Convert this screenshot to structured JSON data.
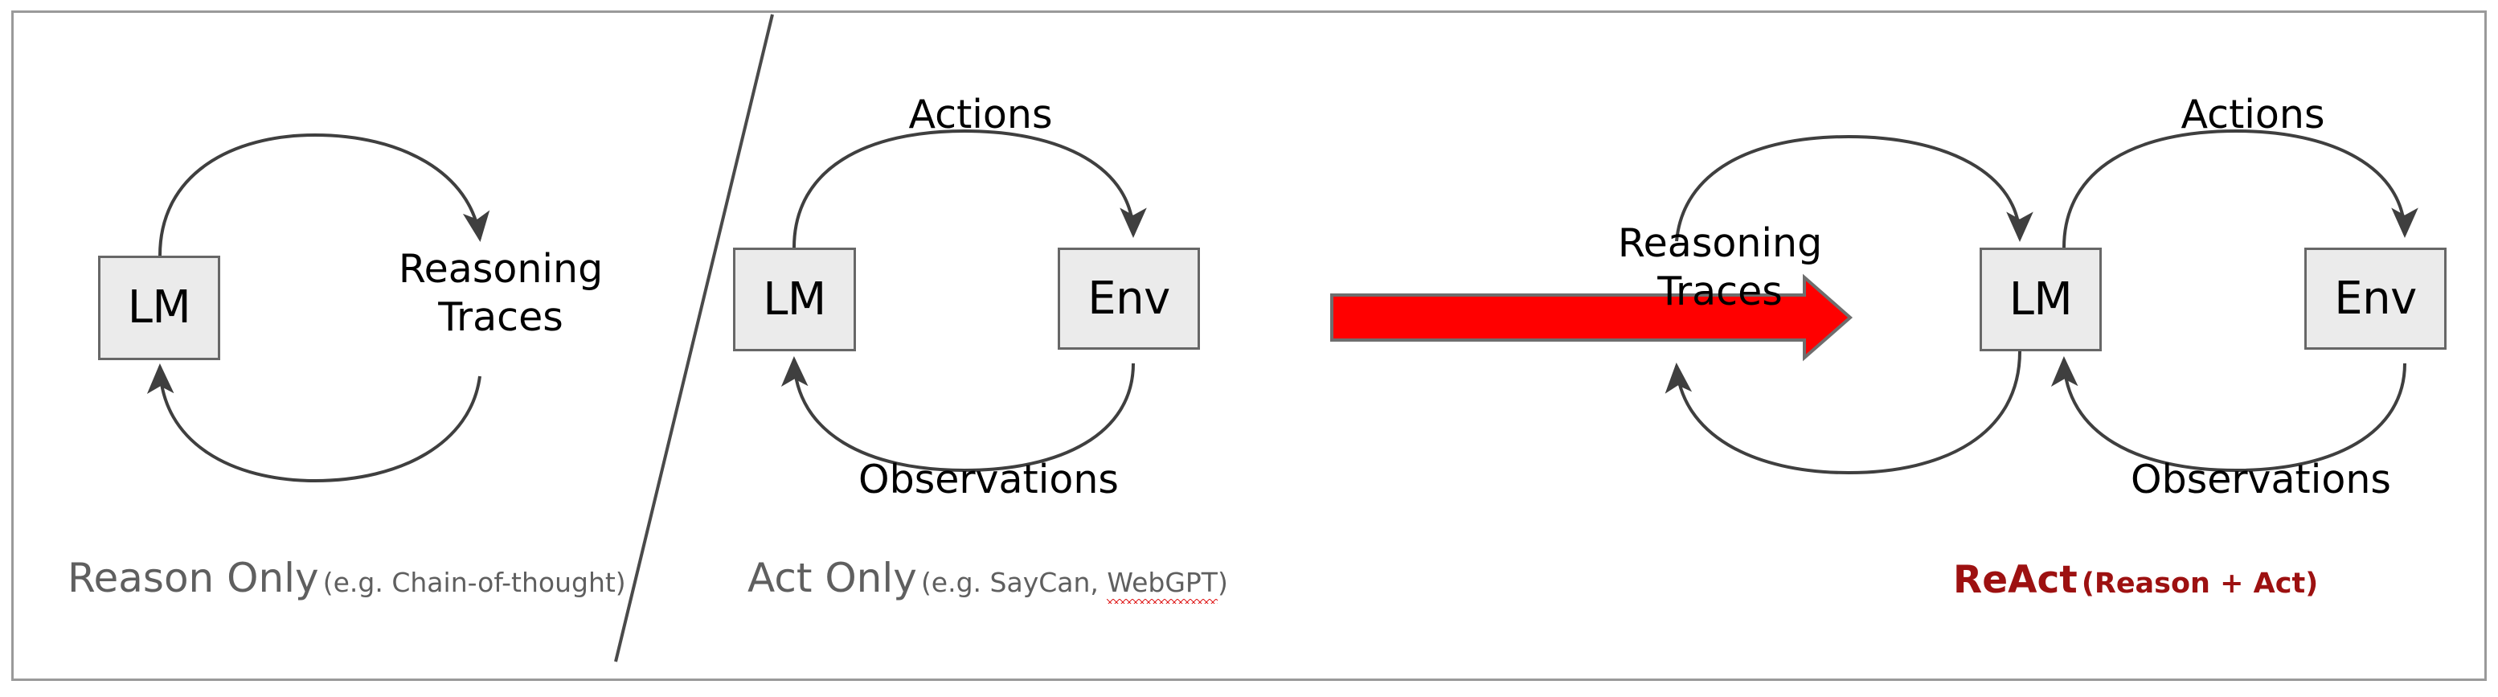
{
  "figure": {
    "title": "ReAct: Reason + Act paradigm comparison",
    "border_color": "#9a9a9a",
    "node_fill": "#ebebeb",
    "node_stroke": "#676767",
    "arrow_stroke": "#3f3f3f",
    "big_arrow_fill": "#ff0000",
    "big_arrow_stroke": "#6e6e6e",
    "react_accent": "#9d1111",
    "caption_gray": "#5f5f5f",
    "spellcheck_color": "#e02020"
  },
  "panels": [
    {
      "id": "reason-only",
      "nodes": [
        {
          "id": "lm",
          "label": "LM"
        }
      ],
      "edge_labels": [
        {
          "id": "reasoning-traces",
          "line1": "Reasoning",
          "line2": "Traces"
        }
      ],
      "caption": {
        "main": "Reason Only",
        "sub": "(e.g. Chain-of-thought)",
        "misspelled": ""
      }
    },
    {
      "id": "act-only",
      "nodes": [
        {
          "id": "lm",
          "label": "LM"
        },
        {
          "id": "env",
          "label": "Env"
        }
      ],
      "edge_labels": [
        {
          "id": "actions",
          "line1": "Actions",
          "line2": ""
        },
        {
          "id": "observations",
          "line1": "Observations",
          "line2": ""
        }
      ],
      "caption": {
        "main": "Act Only",
        "sub_before": "(e.g. SayCan, ",
        "misspelled": "WebGPT",
        "sub_after": ")"
      }
    },
    {
      "id": "react",
      "nodes": [
        {
          "id": "lm",
          "label": "LM"
        },
        {
          "id": "env",
          "label": "Env"
        }
      ],
      "edge_labels": [
        {
          "id": "reasoning-traces",
          "line1": "Reasoning",
          "line2": "Traces"
        },
        {
          "id": "actions",
          "line1": "Actions",
          "line2": ""
        },
        {
          "id": "observations",
          "line1": "Observations",
          "line2": ""
        }
      ],
      "caption": {
        "main": "ReAct",
        "sub": "(Reason + Act)",
        "misspelled": ""
      }
    }
  ],
  "transition_arrow": {
    "id": "red-right-arrow",
    "direction": "right",
    "color": "#ff0000"
  }
}
